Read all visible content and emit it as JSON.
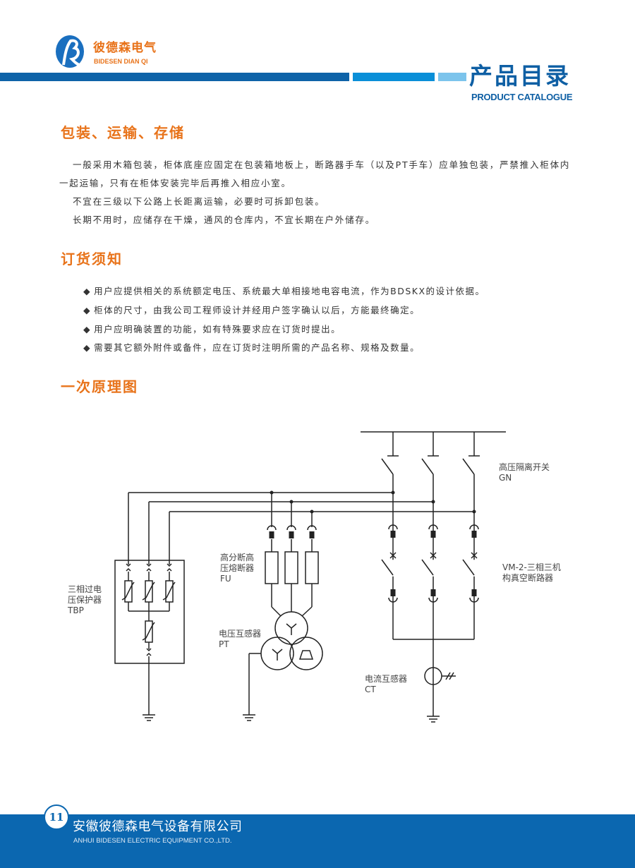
{
  "header": {
    "logo_cn": "彼德森电气",
    "logo_en": "BIDESEN DIAN QI",
    "title_cn": "产品目录",
    "title_en": "PRODUCT CATALOGUE",
    "colors": {
      "brand_blue": "#0e63a8",
      "mid_blue": "#0a8fd8",
      "light_blue": "#7cc4ec",
      "accent_orange": "#e8731a"
    }
  },
  "sections": {
    "packaging": {
      "heading": "包装、运输、存储",
      "paragraphs": [
        "一般采用木箱包装，柜体底座应固定在包装箱地板上，断路器手车（以及PT手车）应单独包装，严禁推入柜体内",
        "一起运输，只有在柜体安装完毕后再推入相应小室。",
        "不宜在三级以下公路上长距离运输，必要时可拆卸包装。",
        "长期不用时，应储存在干燥，通风的仓库内，不宜长期在户外储存。"
      ]
    },
    "ordering": {
      "heading": "订货须知",
      "bullet": "◆",
      "items": [
        "用户应提供相关的系统额定电压、系统最大单相接地电容电流，作为BDSKX的设计依据。",
        "柜体的尺寸，由我公司工程师设计并经用户签字确认以后，方能最终确定。",
        "用户应明确装置的功能，如有特殊要求应在订货时提出。",
        "需要其它额外附件或备件，应在订货时注明所需的产品名称、规格及数量。"
      ]
    },
    "diagram": {
      "heading": "一次原理图",
      "labels": {
        "gn": [
          "高压隔离开关",
          "GN"
        ],
        "vm": [
          "VM-2-三相三机",
          "构真空断路器"
        ],
        "ct": [
          "电流互感器",
          "CT"
        ],
        "fu": [
          "高分断高",
          "压熔断器",
          "FU"
        ],
        "pt": [
          "电压互感器",
          "PT"
        ],
        "tbp": [
          "三相过电",
          "压保护器",
          "TBP"
        ]
      }
    }
  },
  "footer": {
    "page_number": "11",
    "company_cn": "安徽彼德森电气设备有限公司",
    "company_en": "ANHUI BIDESEN ELECTRIC EQUIPMENT CO.,LTD."
  }
}
